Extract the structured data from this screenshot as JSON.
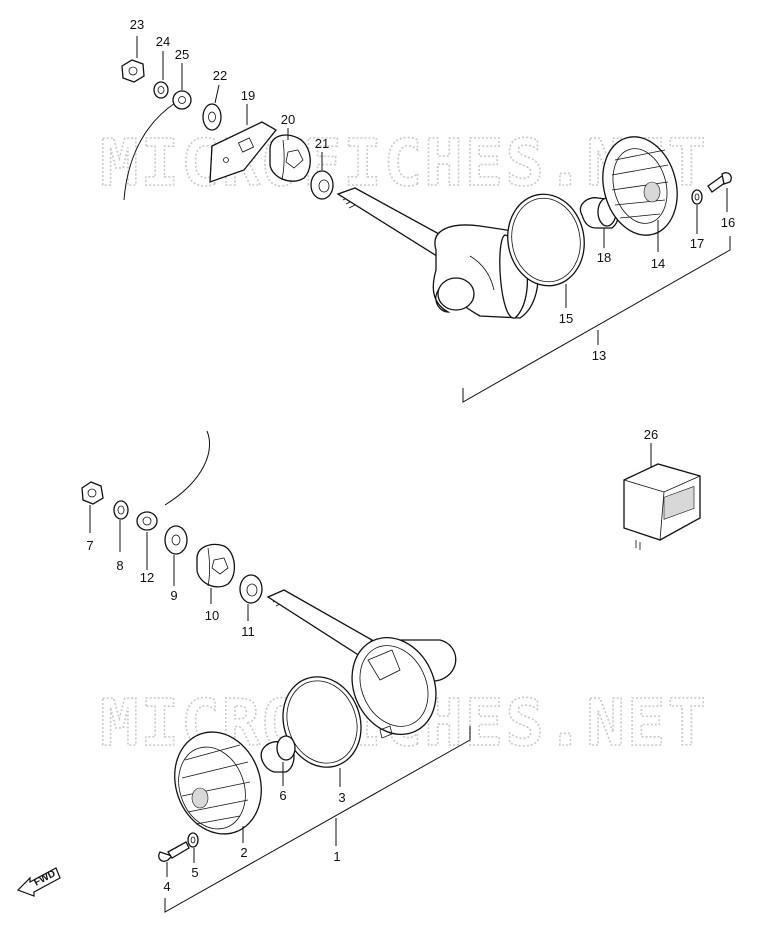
{
  "watermark": "MICROFICHES.NET",
  "fwd_label": "FWD",
  "callouts": {
    "c1": "1",
    "c2": "2",
    "c3": "3",
    "c4": "4",
    "c5": "5",
    "c6": "6",
    "c7": "7",
    "c8": "8",
    "c9": "9",
    "c10": "10",
    "c11": "11",
    "c12": "12",
    "c13": "13",
    "c14": "14",
    "c15": "15",
    "c16": "16",
    "c17": "17",
    "c18": "18",
    "c19": "19",
    "c20": "20",
    "c21": "21",
    "c22": "22",
    "c23": "23",
    "c24": "24",
    "c25": "25",
    "c26": "26"
  }
}
